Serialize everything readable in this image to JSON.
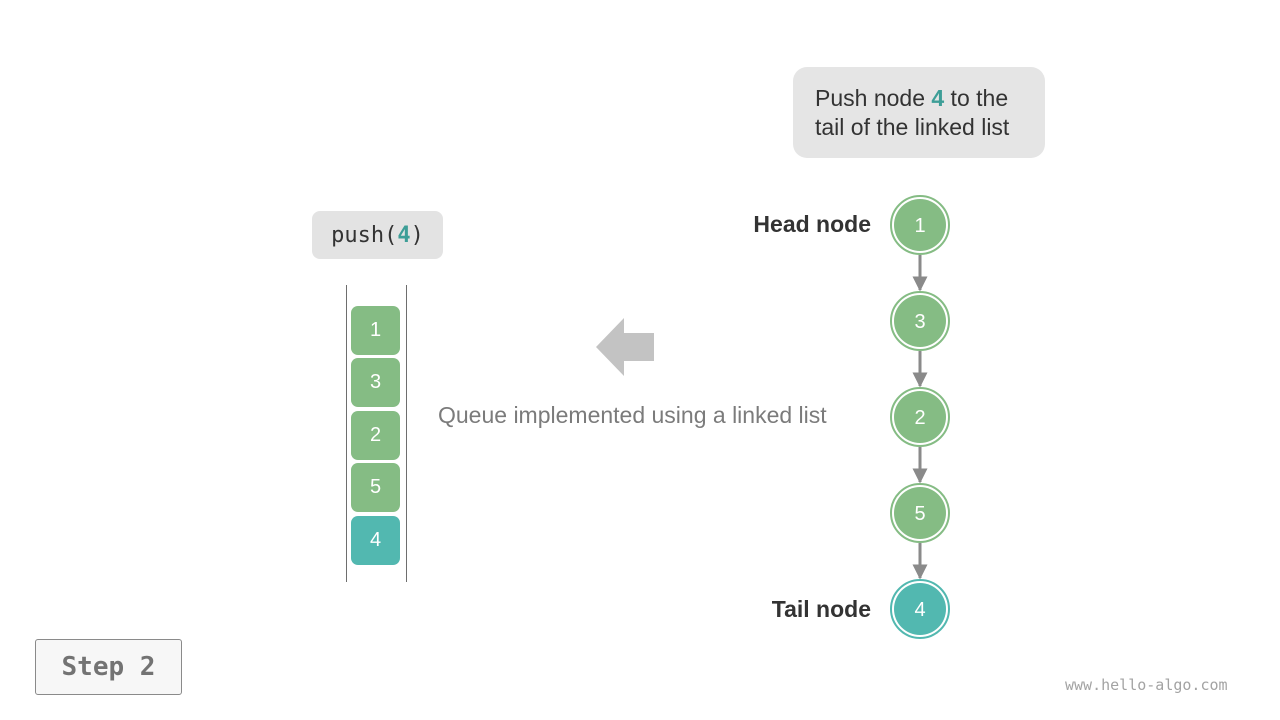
{
  "callout": {
    "line1_prefix": "Push node ",
    "highlight": "4",
    "line1_suffix": " to the",
    "line2": "tail of the linked list"
  },
  "operation": {
    "prefix": "push(",
    "value": "4",
    "suffix": ")"
  },
  "queue": {
    "cells": [
      "1",
      "3",
      "2",
      "5",
      "4"
    ],
    "caption": "Queue implemented using a linked list"
  },
  "linked_list": {
    "nodes": [
      "1",
      "3",
      "2",
      "5",
      "4"
    ],
    "head_label": "Head node",
    "tail_label": "Tail node"
  },
  "step_label": "Step 2",
  "watermark": "www.hello-algo.com",
  "colors": {
    "node_green": "#85bc84",
    "node_teal": "#52b8b0",
    "highlight": "#3d9e97",
    "arrow_gray": "#c3c3c3"
  },
  "icons": {
    "direction_arrow": "left-arrow-icon"
  }
}
